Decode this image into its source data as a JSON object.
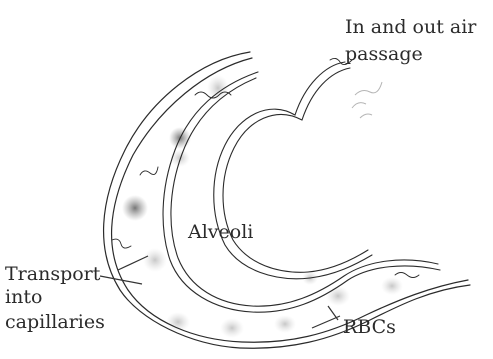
{
  "labels": {
    "air_passage_line1": "In and out air",
    "air_passage_line2": "passage",
    "alveoli": "Alveoli",
    "transport_line1": "Transport",
    "transport_line2": "into",
    "transport_line3": "capillaries",
    "rbcs": "RBCs"
  },
  "colors": {
    "background": "#ffffff",
    "strand": "#2b2b2b",
    "rbc_dark": "#7d7d7d",
    "rbc_light": "#c9c9c9",
    "text": "#2b2b2b"
  }
}
